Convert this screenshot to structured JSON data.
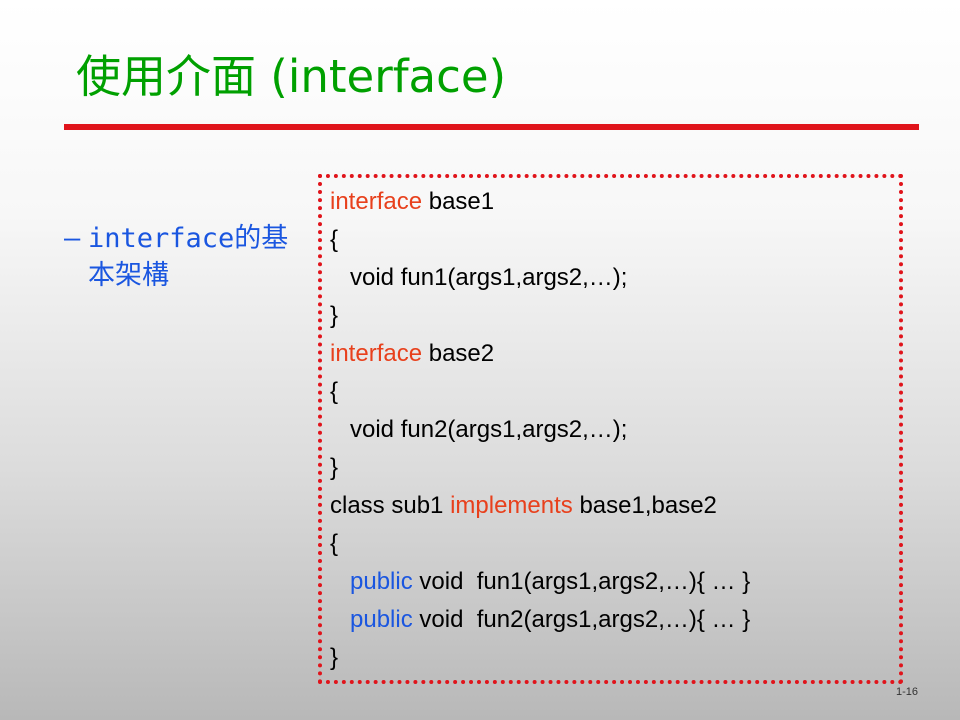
{
  "title": "使用介面 (interface)",
  "bullet": {
    "dash": "–",
    "line1": "interface的基",
    "line2": "本架構"
  },
  "code": {
    "lines": [
      [
        {
          "t": "interface",
          "c": "red"
        },
        {
          "t": " base1",
          "c": "black"
        }
      ],
      [
        {
          "t": "{",
          "c": "black"
        }
      ],
      [
        {
          "t": "   void fun1(args1,args2,…);",
          "c": "black"
        }
      ],
      [
        {
          "t": "}",
          "c": "black"
        }
      ],
      [
        {
          "t": "interface",
          "c": "red"
        },
        {
          "t": " base2",
          "c": "black"
        }
      ],
      [
        {
          "t": "{",
          "c": "black"
        }
      ],
      [
        {
          "t": "   void fun2(args1,args2,…);",
          "c": "black"
        }
      ],
      [
        {
          "t": "}",
          "c": "black"
        }
      ],
      [
        {
          "t": "class sub1 ",
          "c": "black"
        },
        {
          "t": "implements",
          "c": "red"
        },
        {
          "t": " base1,base2",
          "c": "black"
        }
      ],
      [
        {
          "t": "{",
          "c": "black"
        }
      ],
      [
        {
          "t": "   ",
          "c": "black"
        },
        {
          "t": "public",
          "c": "blue"
        },
        {
          "t": " void  fun1(args1,args2,…){ … }",
          "c": "black"
        }
      ],
      [
        {
          "t": "   ",
          "c": "black"
        },
        {
          "t": "public",
          "c": "blue"
        },
        {
          "t": " void  fun2(args1,args2,…){ … }",
          "c": "black"
        }
      ],
      [
        {
          "t": "}",
          "c": "black"
        }
      ]
    ]
  },
  "page_number": "1-16",
  "colors": {
    "title": "#00a000",
    "underline": "#e0141b",
    "bullet": "#1a56e0",
    "keyword_red": "#e8401c",
    "keyword_blue": "#1a56e0"
  }
}
